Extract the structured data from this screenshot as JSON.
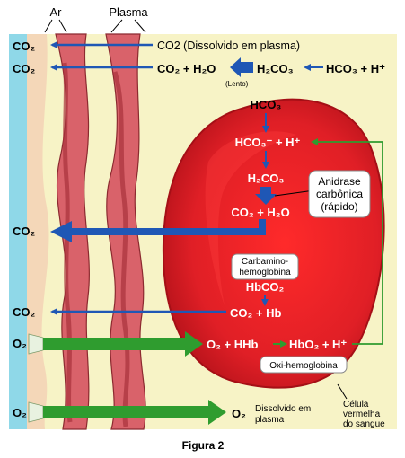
{
  "labels": {
    "air": "Ar",
    "plasma": "Plasma",
    "co2_dissolved_text": "CO2 (Dissolvido em plasma)",
    "slow": "(Lento)",
    "fast_enzyme_line1": "Anidrase",
    "fast_enzyme_line2": "carbônica",
    "fast_enzyme_line3": "(rápido)",
    "carbamino_line1": "Carbamino-",
    "carbamino_line2": "hemoglobina",
    "oxyhb": "Oxi-hemoglobina",
    "o2_dissolved_line1": "Dissolvido em",
    "o2_dissolved_line2": "plasma",
    "rbc_line1": "Célula",
    "rbc_line2": "vermelha",
    "rbc_line3": "do sangue",
    "caption": "Figura 2"
  },
  "left_formulas": {
    "co2_row1": "CO₂",
    "co2_row2": "CO₂",
    "co2_row3": "CO₂",
    "co2_row4": "CO₂",
    "o2_row1": "O₂",
    "o2_row2": "O₂"
  },
  "plasma_formulas": {
    "co2_h2o": "CO₂ + H₂O",
    "h2co3": "H₂CO₃",
    "hco3_h": "HCO₃ + H⁺",
    "hco3_in": "HCO₃"
  },
  "cell_formulas": {
    "hco3_h": "HCO₃⁻ + H⁺",
    "h2co3": "H₂CO₃",
    "co2_h2o": "CO₂ + H₂O",
    "hbco2": "HbCO₂",
    "co2_hb": "CO₂ + Hb",
    "o2_hhb": "O₂ + HHb",
    "hbo2_h": "HbO₂ + H⁺",
    "o2_out": "O₂"
  },
  "colors": {
    "air": "#8fd8e8",
    "plasma": "#f7f3c6",
    "cell": "#e01f26",
    "co2_arrow": "#1f57b5",
    "o2_arrow": "#2f9c2f",
    "text_on_cell": "#ffffff"
  }
}
